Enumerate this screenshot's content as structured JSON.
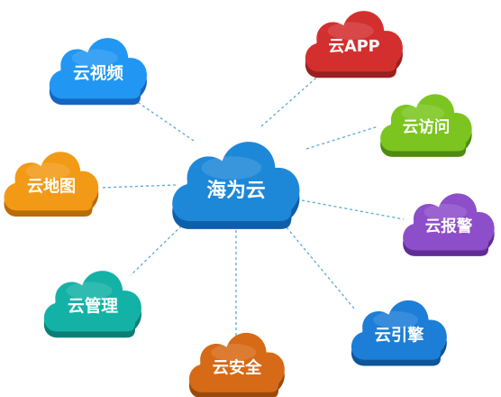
{
  "center": {
    "label": "海为云",
    "color": "#1e88d8",
    "shade": "#0f5fa8"
  },
  "clouds": [
    {
      "id": "video",
      "label": "云视频",
      "color": "#2196f3",
      "shade": "#1565c0"
    },
    {
      "id": "app",
      "label": "云APP",
      "color": "#d32f2f",
      "shade": "#9a1f1f"
    },
    {
      "id": "access",
      "label": "云访问",
      "color": "#7cc520",
      "shade": "#4f8a12"
    },
    {
      "id": "map",
      "label": "云地图",
      "color": "#f29a16",
      "shade": "#b86d08"
    },
    {
      "id": "alarm",
      "label": "云报警",
      "color": "#8d4ec9",
      "shade": "#5f2d94"
    },
    {
      "id": "manage",
      "label": "云管理",
      "color": "#14b2a6",
      "shade": "#0b7f76"
    },
    {
      "id": "engine",
      "label": "云引擎",
      "color": "#1c7ed6",
      "shade": "#0f559a"
    },
    {
      "id": "security",
      "label": "云安全",
      "color": "#d66a16",
      "shade": "#9c4a0b"
    }
  ],
  "connector_color": "#5aa9d8"
}
